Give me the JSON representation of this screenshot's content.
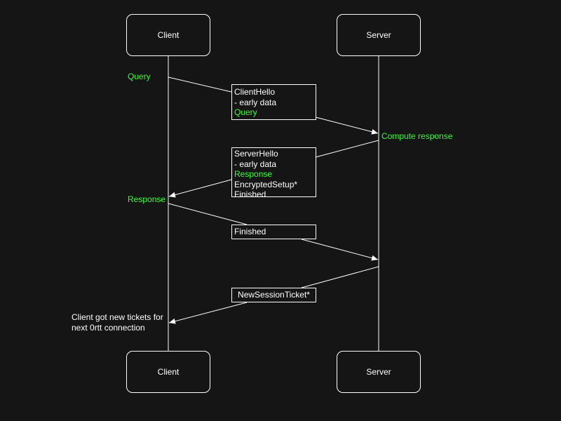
{
  "actors": {
    "client_label": "Client",
    "server_label": "Server"
  },
  "notes": {
    "query": "Query",
    "compute_response": "Compute response",
    "response": "Response",
    "client_tickets_line1": "Client got new tickets for",
    "client_tickets_line2": "next 0rtt connection"
  },
  "messages": {
    "client_hello": {
      "line1": "ClientHello",
      "line2": "- early data",
      "line3": "Query"
    },
    "server_hello": {
      "line1": "ServerHello",
      "line2": "- early data",
      "line3": "Response",
      "line4": "EncryptedSetup*",
      "line5": "Finished"
    },
    "finished": {
      "line1": "Finished"
    },
    "new_session_ticket": {
      "line1": "NewSessionTicket*"
    }
  },
  "colors": {
    "background": "#151515",
    "foreground": "#ffffff",
    "highlight": "#33ff33"
  }
}
